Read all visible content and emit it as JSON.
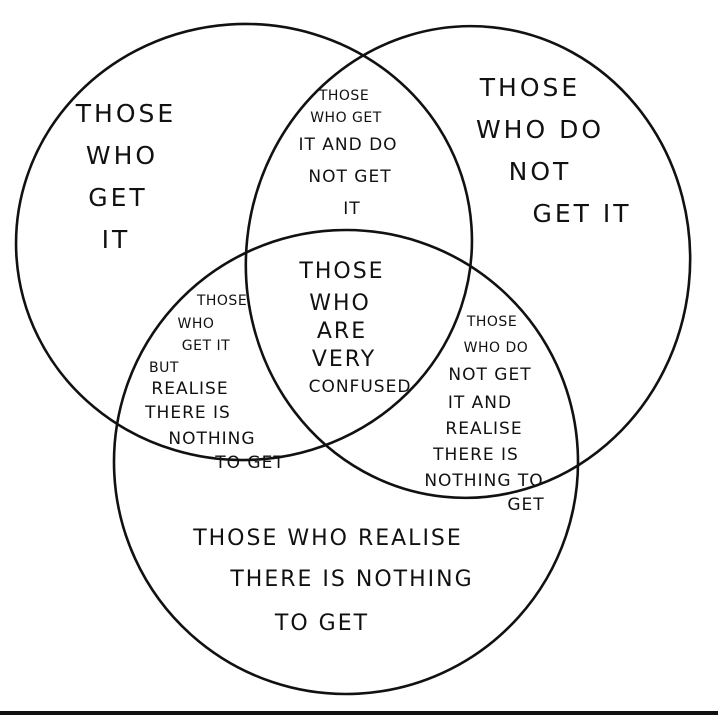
{
  "diagram": {
    "type": "venn",
    "sets": [
      {
        "id": "get-it",
        "lines": [
          "THOSE",
          "WHO",
          "GET",
          "IT"
        ]
      },
      {
        "id": "do-not-get-it",
        "lines": [
          "THOSE",
          "WHO DO",
          "NOT",
          "GET IT"
        ]
      },
      {
        "id": "realise-nothing",
        "lines": [
          "THOSE WHO REALISE",
          "THERE IS NOTHING",
          "TO GET"
        ]
      }
    ],
    "intersections": [
      {
        "id": "get-and-not-get",
        "lines": [
          "THOSE",
          "WHO GET",
          "IT AND DO",
          "NOT GET",
          "IT"
        ]
      },
      {
        "id": "get-and-realise",
        "lines": [
          "THOSE",
          "WHO",
          "GET IT",
          "BUT",
          "REALISE",
          "THERE IS",
          "NOTHING",
          "TO GET"
        ]
      },
      {
        "id": "not-get-and-realise",
        "lines": [
          "THOSE",
          "WHO DO",
          "NOT GET",
          "IT AND",
          "REALISE",
          "THERE IS",
          "NOTHING TO",
          "GET"
        ]
      },
      {
        "id": "all-three",
        "lines": [
          "THOSE",
          "WHO",
          "ARE",
          "VERY",
          "CONFUSED"
        ]
      }
    ]
  }
}
